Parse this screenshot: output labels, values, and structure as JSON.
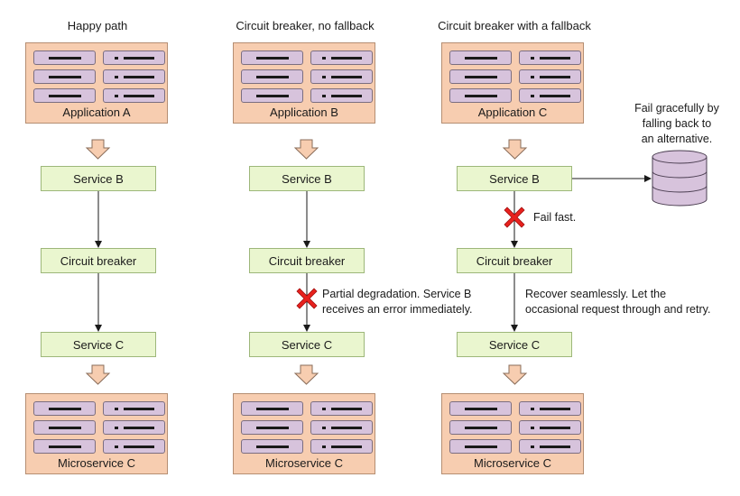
{
  "columns": [
    {
      "title": "Happy path",
      "top_box": "Application A",
      "service_top": "Service B",
      "breaker": "Circuit breaker",
      "service_bottom": "Service C",
      "bottom_box": "Microservice C"
    },
    {
      "title": "Circuit breaker, no fallback",
      "top_box": "Application B",
      "service_top": "Service B",
      "breaker": "Circuit breaker",
      "service_bottom": "Service C",
      "bottom_box": "Microservice C",
      "note_line1": "Partial degradation. Service B",
      "note_line2": "receives an error immediately."
    },
    {
      "title": "Circuit breaker with a fallback",
      "top_box": "Application C",
      "service_top": "Service B",
      "breaker": "Circuit breaker",
      "service_bottom": "Service C",
      "bottom_box": "Microservice C",
      "fail_fast": "Fail fast.",
      "recover_line1": "Recover seamlessly. Let the",
      "recover_line2": "occasional request through and retry.",
      "fallback_line1": "Fail gracefully by",
      "fallback_line2": "falling back to",
      "fallback_line3": "an alternative."
    }
  ],
  "icons": {
    "fail_marker": "red-x-icon",
    "fallback_store": "database-icon",
    "server_slot": "server-slot-icon",
    "down_arrow": "down-arrow-icon"
  },
  "colors": {
    "app_box": "#f7cdb0",
    "server_slot": "#d7c3dc",
    "service_box": "#eaf6cf",
    "flow_arrow": "#f7cdb0",
    "fail_x": "#e8211d",
    "database": "#d7c3dc"
  }
}
